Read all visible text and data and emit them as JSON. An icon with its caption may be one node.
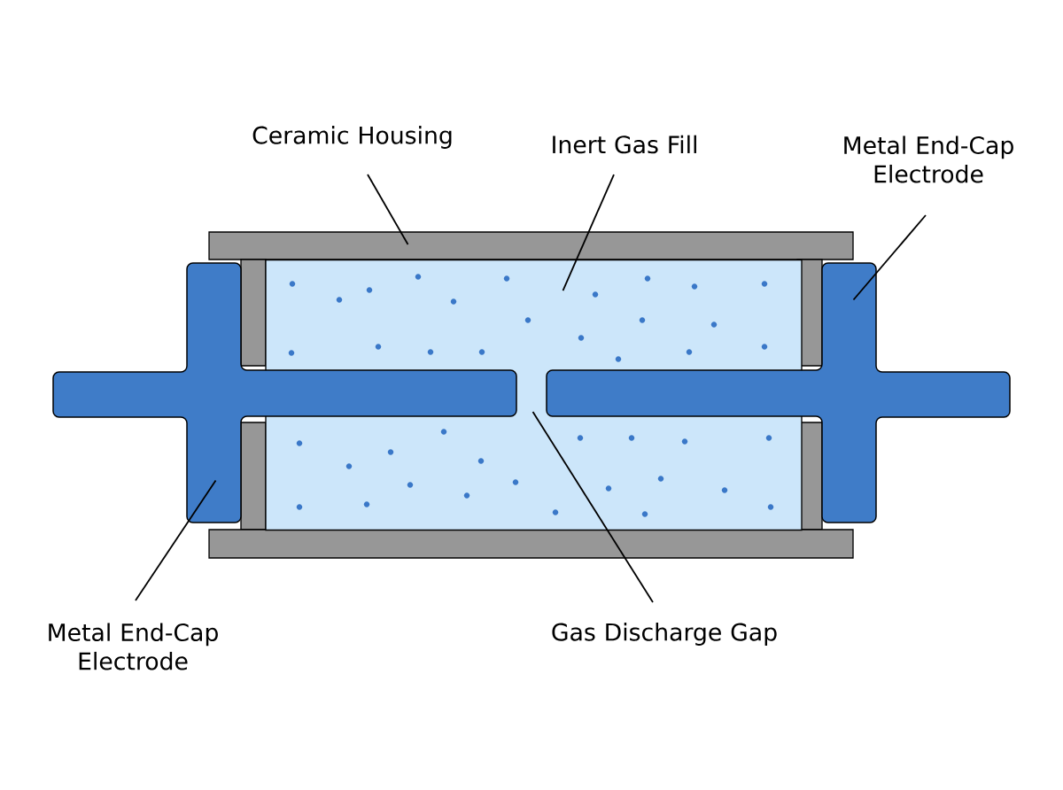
{
  "diagram": {
    "nodes": [
      {
        "text": [
          "Ceramic Housing"
        ]
      },
      {
        "text": [
          "Inert Gas Fill"
        ]
      },
      {
        "text": [
          "Metal End-Cap Electrode"
        ]
      },
      {
        "text": [
          "Metal End-Cap Electrode"
        ]
      },
      {
        "text": [
          "Gas Discharge Gap"
        ]
      },
      {
        "text": [],
        "shape": "picture"
      },
      {
        "text": [],
        "shape": "box",
        "in": 5
      },
      {
        "text": [],
        "shape": "picture"
      },
      {
        "text": [],
        "shape": "picture"
      }
    ],
    "edges": [
      {
        "from": 0,
        "to": 5,
        "arrow": "none"
      },
      {
        "from": 1,
        "to": 6,
        "arrow": "none"
      },
      {
        "from": 2,
        "to": 8,
        "arrow": "none"
      },
      {
        "from": 3,
        "to": 7,
        "arrow": "none"
      },
      {
        "from": 4,
        "to": 6,
        "arrow": "none"
      }
    ]
  }
}
